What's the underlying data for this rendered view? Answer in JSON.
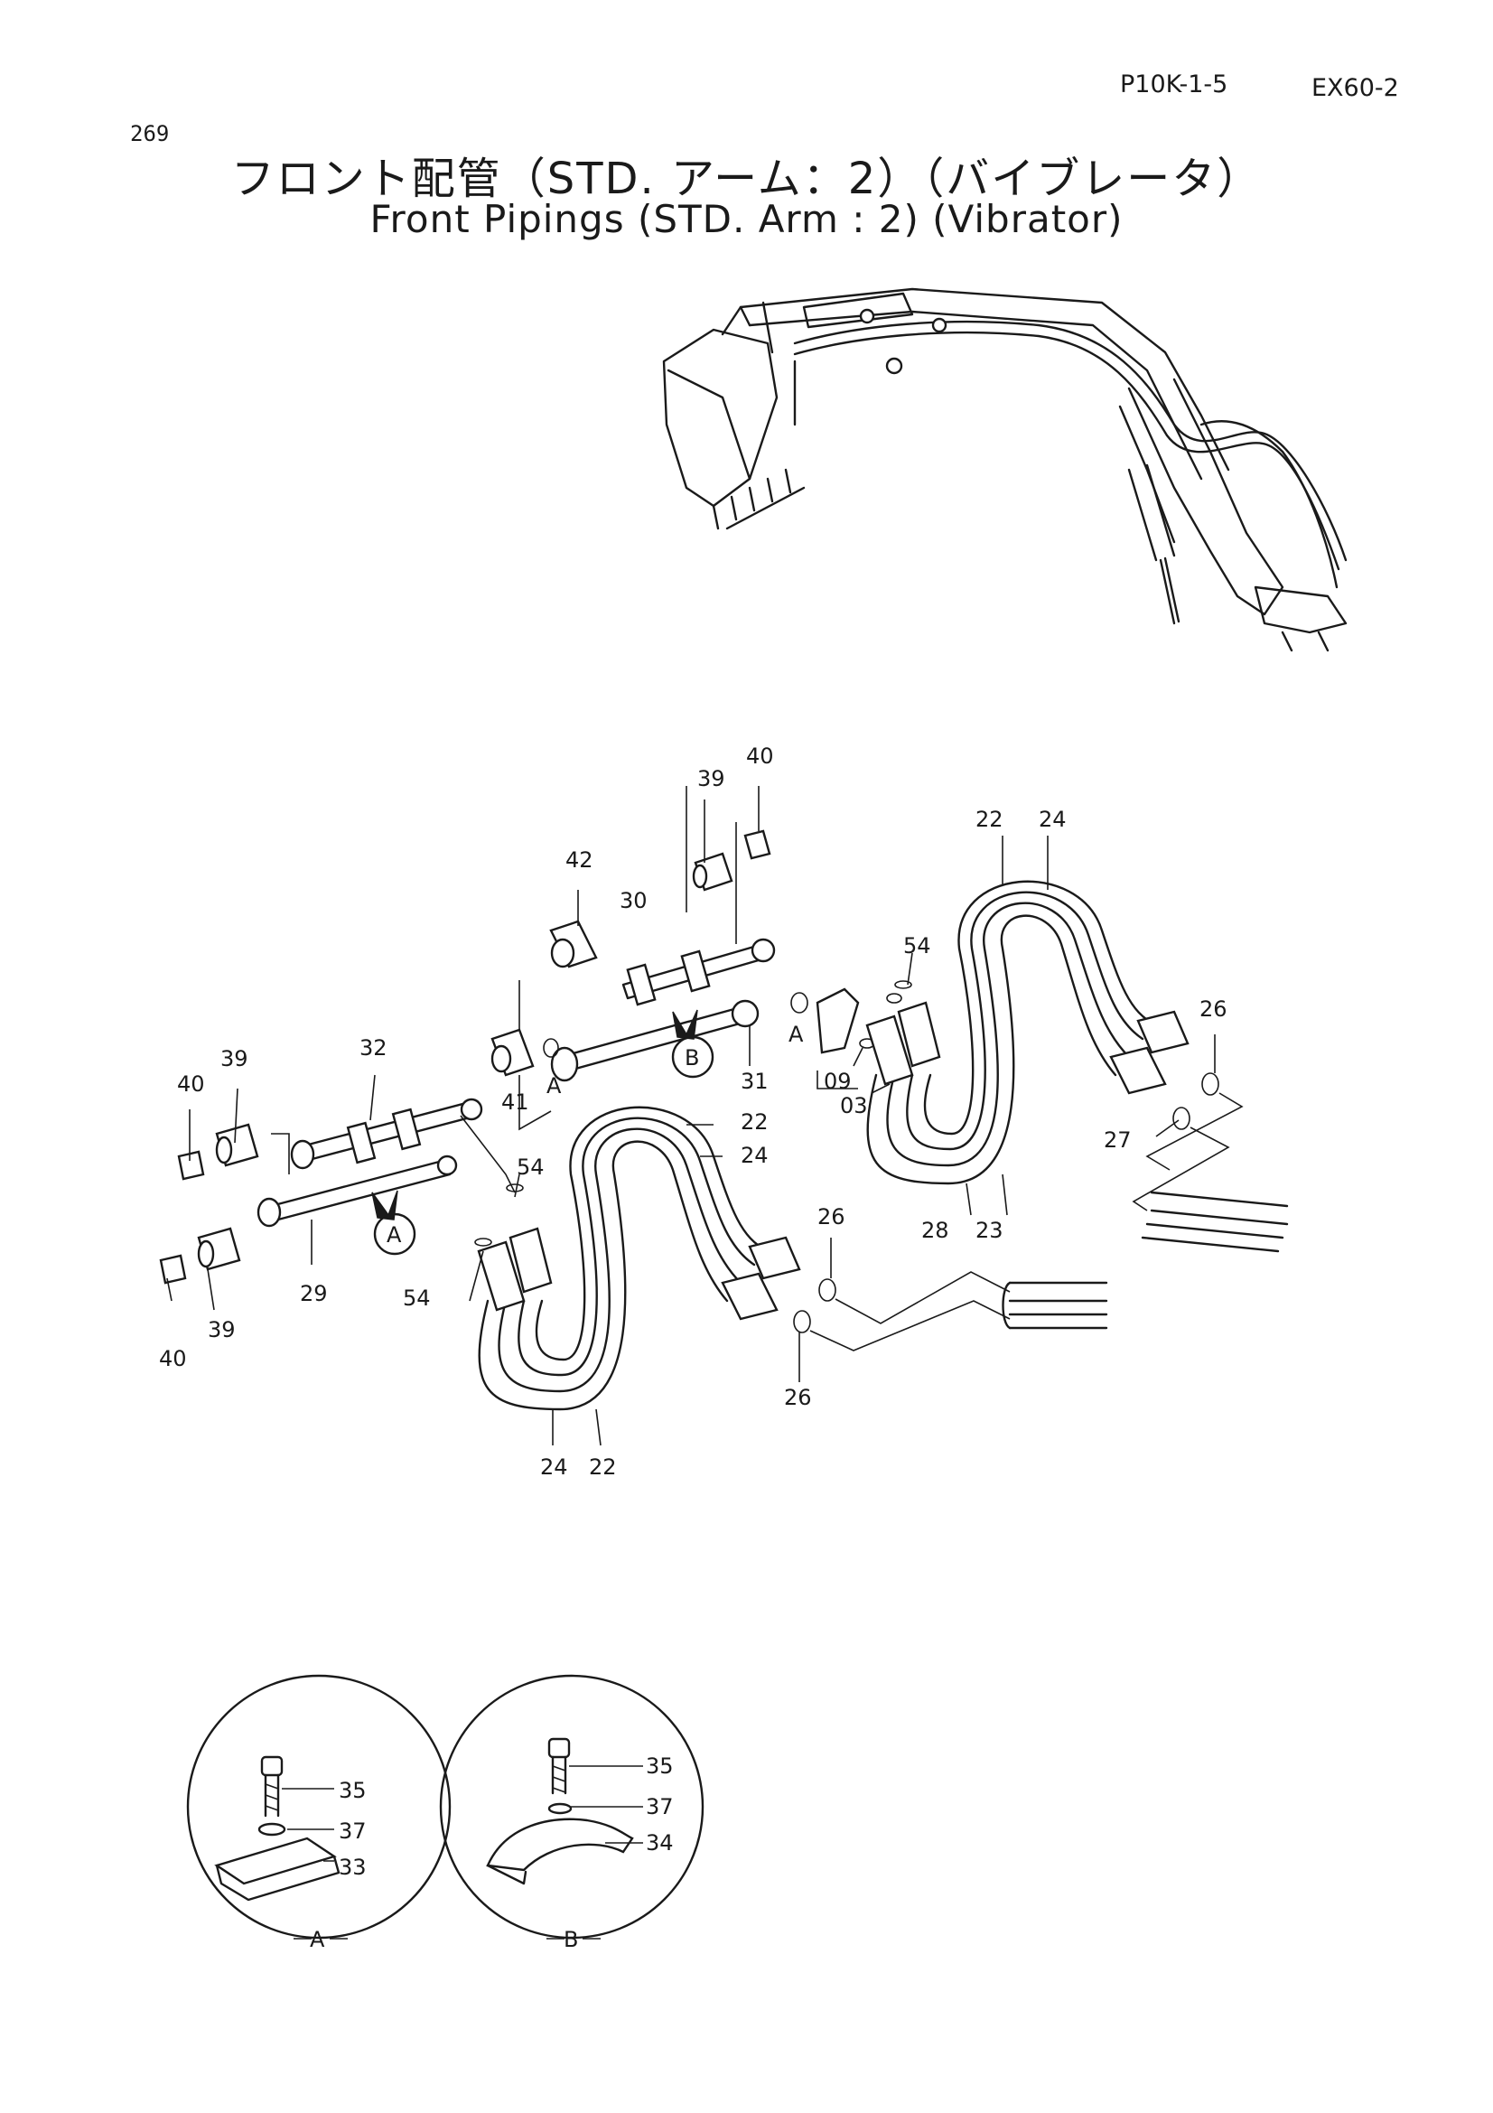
{
  "header": {
    "code_left": "P10K-1-5",
    "code_right": "EX60-2",
    "page_number": "269",
    "title_jp": "フロント配管（STD. アーム：2）（バイブレータ）",
    "title_en": "Front Pipings (STD. Arm : 2) (Vibrator)"
  },
  "callouts": [
    {
      "id": "c40a",
      "text": "40"
    },
    {
      "id": "c39a",
      "text": "39"
    },
    {
      "id": "c42",
      "text": "42"
    },
    {
      "id": "c30",
      "text": "30"
    },
    {
      "id": "c22a",
      "text": "22"
    },
    {
      "id": "c24a",
      "text": "24"
    },
    {
      "id": "c54a",
      "text": "54"
    },
    {
      "id": "c26a",
      "text": "26"
    },
    {
      "id": "c39b",
      "text": "39"
    },
    {
      "id": "c40b",
      "text": "40"
    },
    {
      "id": "c32",
      "text": "32"
    },
    {
      "id": "c41",
      "text": "41"
    },
    {
      "id": "c31",
      "text": "31"
    },
    {
      "id": "c09",
      "text": "09"
    },
    {
      "id": "c03",
      "text": "03"
    },
    {
      "id": "c27",
      "text": "27"
    },
    {
      "id": "c22b",
      "text": "22"
    },
    {
      "id": "c24b",
      "text": "24"
    },
    {
      "id": "c54b",
      "text": "54"
    },
    {
      "id": "c28",
      "text": "28"
    },
    {
      "id": "c23",
      "text": "23"
    },
    {
      "id": "c29",
      "text": "29"
    },
    {
      "id": "c26b",
      "text": "26"
    },
    {
      "id": "c54c",
      "text": "54"
    },
    {
      "id": "c39c",
      "text": "39"
    },
    {
      "id": "c40c",
      "text": "40"
    },
    {
      "id": "c26c",
      "text": "26"
    },
    {
      "id": "c24c",
      "text": "24"
    },
    {
      "id": "c22c",
      "text": "22"
    },
    {
      "id": "c35a",
      "text": "35"
    },
    {
      "id": "c37a",
      "text": "37"
    },
    {
      "id": "c33",
      "text": "33"
    },
    {
      "id": "c35b",
      "text": "35"
    },
    {
      "id": "c37b",
      "text": "37"
    },
    {
      "id": "c34",
      "text": "34"
    }
  ],
  "markers": {
    "conn_a1": "A",
    "conn_a2": "A",
    "circle_a": "A",
    "circle_b": "B",
    "detail_a": "A",
    "detail_b": "B"
  },
  "icons": [
    "excavator-front-overview",
    "hydraulic-hose",
    "pipe-assembly",
    "clamp-detail"
  ]
}
